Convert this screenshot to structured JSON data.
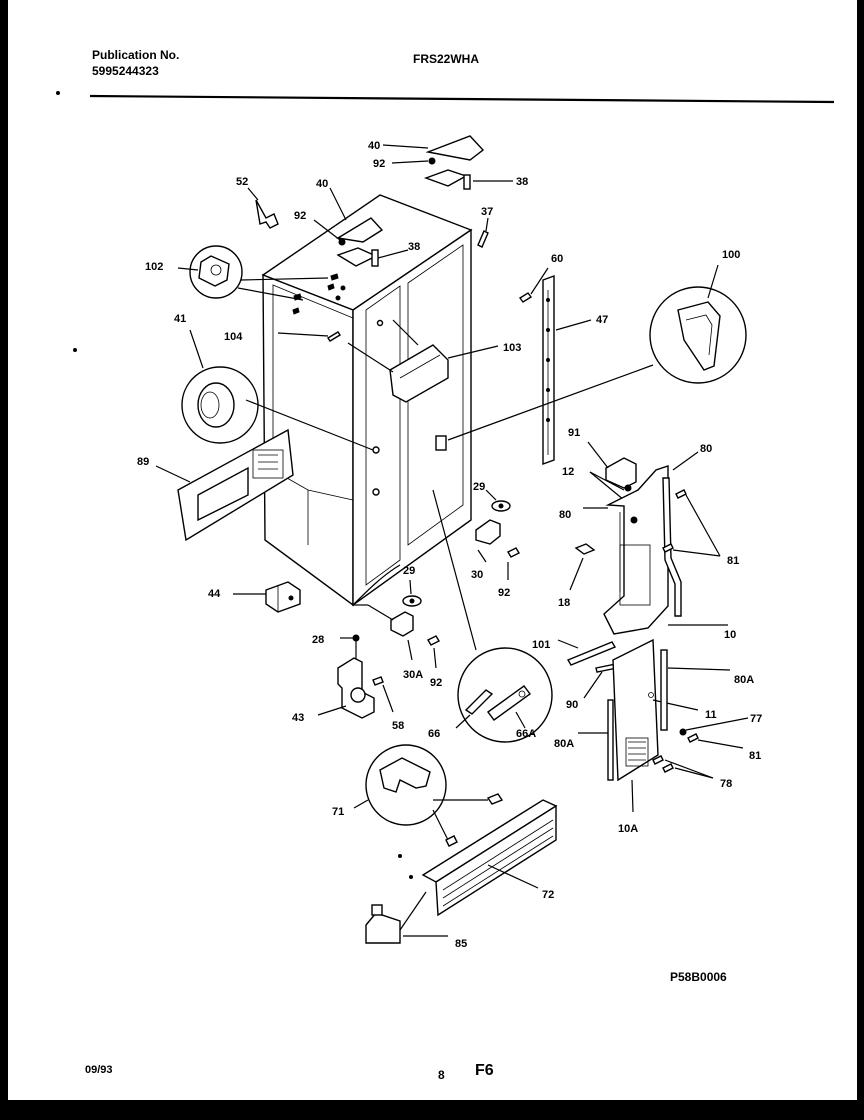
{
  "header": {
    "publication_label": "Publication No.",
    "publication_number": "5995244323",
    "model": "FRS22WHA"
  },
  "footer": {
    "date": "09/93",
    "page_number": "8",
    "section": "F6",
    "diagram_code": "P58B0006"
  },
  "callouts": {
    "c40_top": "40",
    "c92_top": "92",
    "c38_top": "38",
    "c37": "37",
    "c52": "52",
    "c40": "40",
    "c92": "92",
    "c38": "38",
    "c102": "102",
    "c60": "60",
    "c100": "100",
    "c47": "47",
    "c41": "41",
    "c104": "104",
    "c103": "103",
    "c91": "91",
    "c80_r": "80",
    "c89": "89",
    "c12": "12",
    "c29": "29",
    "c80_l": "80",
    "c81_a": "81",
    "c30": "30",
    "c92_b": "92",
    "c18": "18",
    "c44": "44",
    "c29_b": "29",
    "c10": "10",
    "c28": "28",
    "c101": "101",
    "c80A_r": "80A",
    "c30A": "30A",
    "c92_c": "92",
    "c90": "90",
    "c11": "11",
    "c43": "43",
    "c58": "58",
    "c66": "66",
    "c66A": "66A",
    "c77": "77",
    "c80A_l": "80A",
    "c81_b": "81",
    "c78": "78",
    "c71": "71",
    "c10A": "10A",
    "c72": "72",
    "c85": "85"
  }
}
